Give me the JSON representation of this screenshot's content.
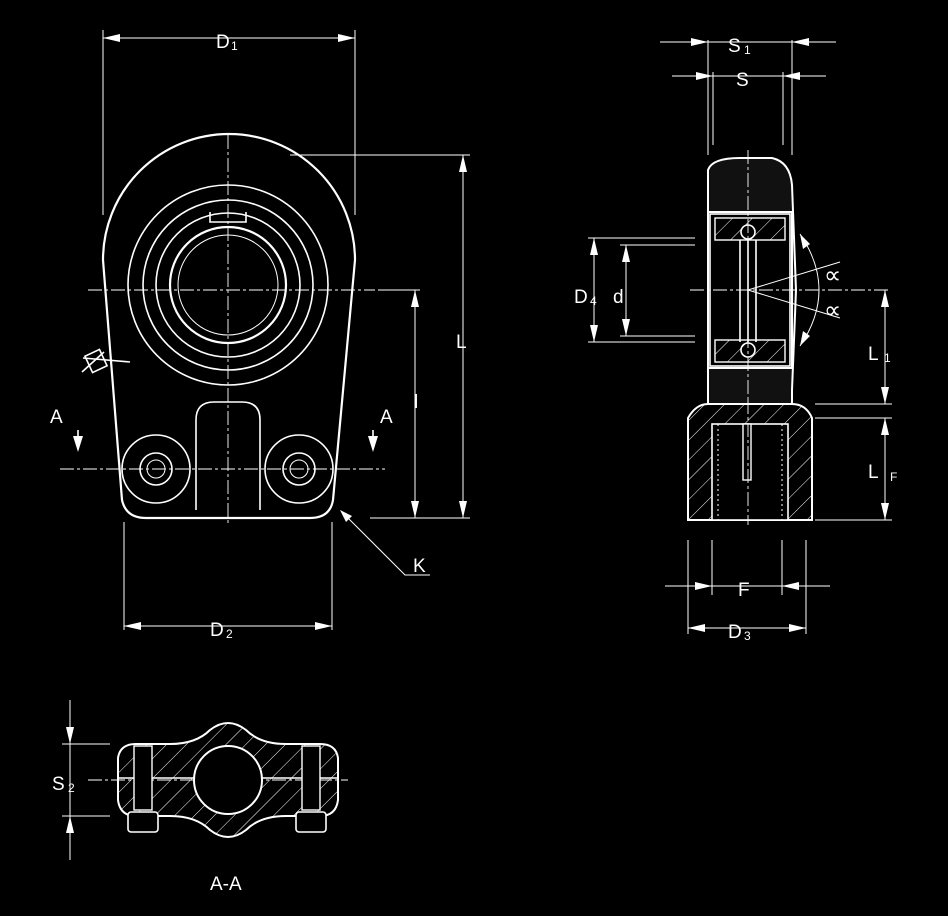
{
  "drawing": {
    "front_view": {
      "labels": {
        "D1": "D",
        "D1_sub": "1",
        "D2": "D",
        "D2_sub": "2",
        "L": "L",
        "l": "l",
        "A_left": "A",
        "A_right": "A",
        "K": "K"
      }
    },
    "side_view": {
      "labels": {
        "S1": "S",
        "S1_sub": "1",
        "S": "S",
        "D4": "D",
        "D4_sub": "4",
        "d": "d",
        "alpha_top": "∝",
        "alpha_bottom": "∝",
        "L1": "L",
        "L1_sub": "1",
        "LF": "L",
        "LF_sub": "F",
        "F": "F",
        "D3": "D",
        "D3_sub": "3"
      }
    },
    "section_view": {
      "labels": {
        "S2": "S",
        "S2_sub": "2",
        "title": "A-A"
      }
    },
    "colors": {
      "background": "#000000",
      "line": "#ffffff"
    }
  }
}
